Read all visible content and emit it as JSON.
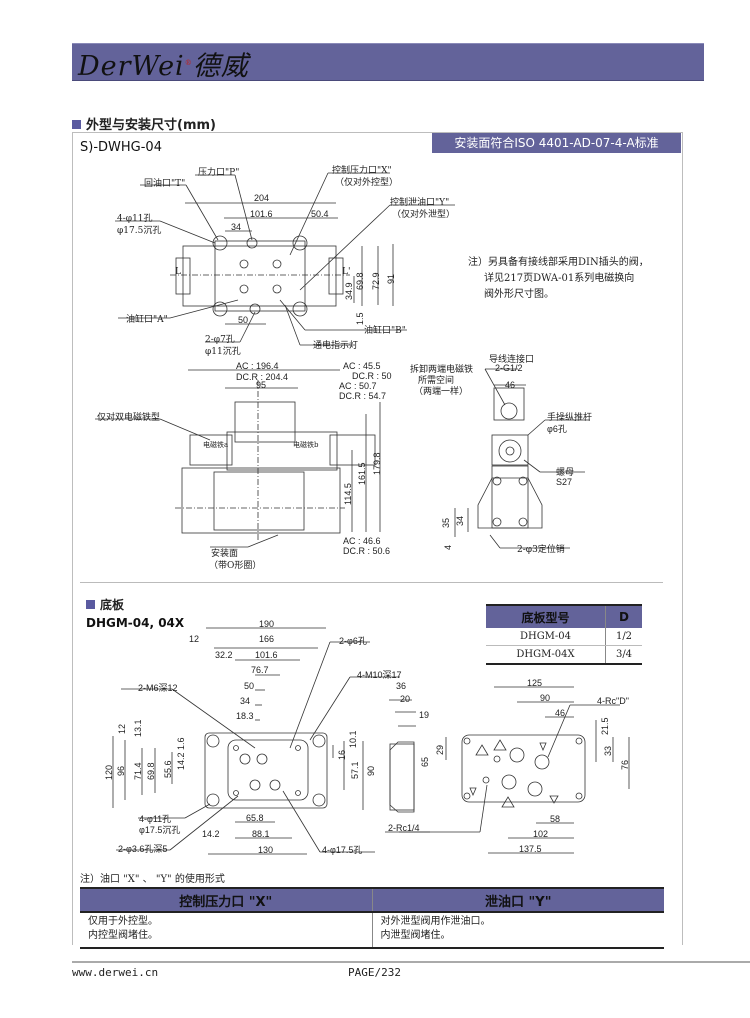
{
  "header": {
    "brand_latin": "DerWei",
    "brand_cn": "德威",
    "registered_mark": "®"
  },
  "section": {
    "title": "外型与安装尺寸(mm)",
    "model": "S)-DWHG-04",
    "standard_tag": "安装面符合ISO 4401-AD-07-4-A标准"
  },
  "top_view": {
    "labels": {
      "port_p": "压力口\"P\"",
      "port_t": "回油口\"T\"",
      "port_x": "控制压力口\"X\"",
      "port_x_note": "（仅对外控型）",
      "port_y": "控制泄油口\"Y\"",
      "port_y_note": "（仅对外泄型）",
      "holes_4": "4-φ11孔",
      "holes_4_cb": "φ17.5沉孔",
      "port_a": "油缸口\"A\"",
      "port_b": "油缸口\"B\"",
      "holes_2": "2-φ7孔",
      "holes_2_cb": "φ11沉孔",
      "indicator": "通电指示灯",
      "L_left": "L",
      "L_right": "L'"
    },
    "dims": [
      "204",
      "101.6",
      "50.4",
      "34",
      "50",
      "69.8",
      "72.9",
      "91",
      "34.9",
      "1.5"
    ]
  },
  "note_din": {
    "lines": [
      "注）另具备有接线部采用DIN插头的阀，",
      "详见217页DWA-01系列电磁换向",
      "阀外形尺寸图。"
    ]
  },
  "front_view": {
    "labels": {
      "double_solenoid": "仅对双电磁铁型",
      "solenoid_a": "电磁铁a",
      "solenoid_b": "电磁铁b",
      "mount_face": "安装面",
      "mount_face_note": "（带O形圈）",
      "removal_space": "拆卸两端电磁铁",
      "removal_space_2": "所需空间",
      "removal_space_3": "（两端一样）"
    },
    "dims": {
      "ac_196": "AC    : 196.4",
      "dc_204": "DC.R : 204.4",
      "d95": "95",
      "ac_455": "AC    : 45.5",
      "dc_50": "DC.R : 50",
      "ac_507": "AC    : 50.7",
      "dc_547": "DC.R : 54.7",
      "ac_466": "AC    : 46.6",
      "dc_506": "DC.R : 50.6",
      "h1145": "114.5",
      "h1615": "161.5",
      "h1798": "179.8"
    }
  },
  "side_view": {
    "labels": {
      "wire_port": "导线连接口",
      "wire_port_spec": "2-G1/2",
      "manual_pin": "手操纵推杆",
      "manual_pin_hole": "φ6孔",
      "nut": "螺母",
      "nut_spec": "S27",
      "dowel": "2-φ3定位销"
    },
    "dims": [
      "46",
      "35",
      "34",
      "4"
    ]
  },
  "subplate": {
    "title": "底板",
    "model": "DHGM-04, 04X",
    "table": {
      "headers": [
        "底板型号",
        "D"
      ],
      "rows": [
        [
          "DHGM-04",
          "1/2"
        ],
        [
          "DHGM-04X",
          "3/4"
        ]
      ]
    },
    "labels": {
      "m6": "2-M6深12",
      "phi6": "2-φ6孔",
      "m10": "4-M10深17",
      "holes_11": "4-φ11孔",
      "holes_11_cb": "φ17.5沉孔",
      "holes_36": "2-φ3.6孔深5",
      "holes_175": "4-φ17.5孔",
      "rc14": "2-Rc1/4",
      "rcd": "4-Rc\"D\""
    },
    "top_dims": [
      "190",
      "12",
      "166",
      "32.2",
      "101.6",
      "76.7",
      "50",
      "34",
      "18.3"
    ],
    "left_dims": [
      "120",
      "96",
      "71.4",
      "69.8",
      "55.6",
      "14.2",
      "1.6",
      "12",
      "13.1"
    ],
    "bottom_dims": [
      "65.8",
      "14.2",
      "88.1",
      "130"
    ],
    "right_dims": [
      "10.1",
      "16",
      "57.1",
      "90"
    ],
    "side_dims": [
      "36",
      "20",
      "19"
    ],
    "rear_dims": [
      "125",
      "90",
      "46",
      "21.5",
      "29",
      "33",
      "65",
      "76",
      "58",
      "102",
      "137.5"
    ]
  },
  "xy_usage": {
    "note": "注）油口 \"X\" 、 \"Y\" 的使用形式",
    "headers": [
      "控制压力口 \"X\"",
      "泄油口  \"Y\""
    ],
    "col_x": [
      "仅用于外控型。",
      "内控型阀堵住。"
    ],
    "col_y": [
      "对外泄型阀用作泄油口。",
      "内泄型阀堵住。"
    ]
  },
  "footer": {
    "url": "www.derwei.cn",
    "page": "PAGE/232"
  },
  "colors": {
    "brand_band": "#63639a",
    "bullet": "#5a5aa0"
  }
}
